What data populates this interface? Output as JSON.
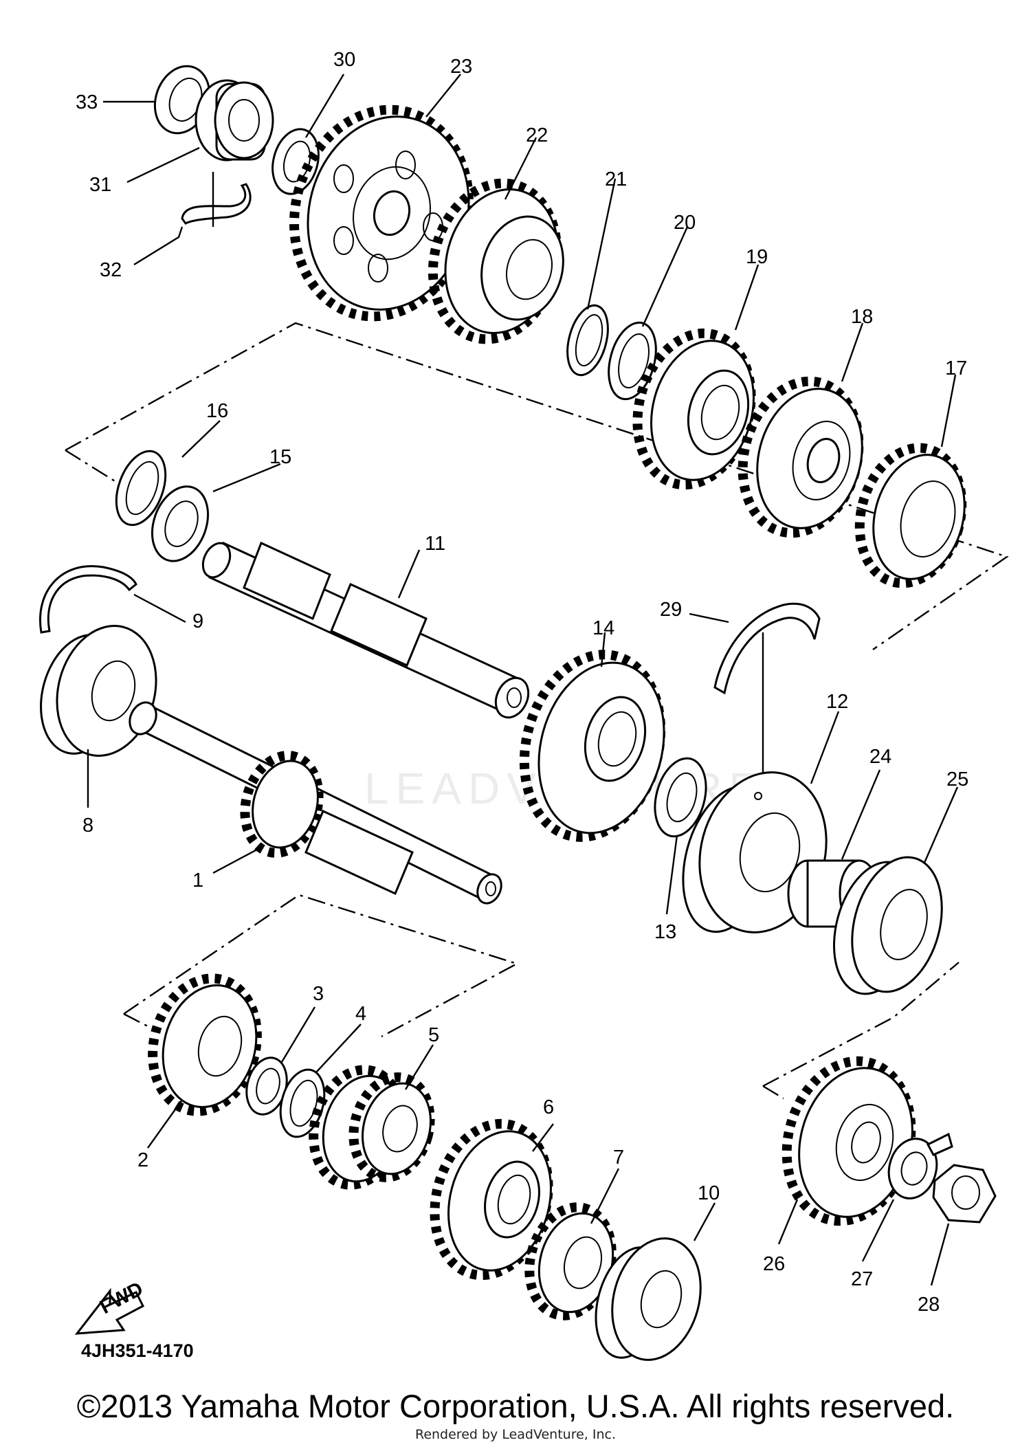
{
  "diagram": {
    "drawing_number": "4JH351-4170",
    "fwd_badge": "FWD",
    "watermark": "LEADVENTURE",
    "copyright": "©2013 Yamaha Motor Corporation, U.S.A. All rights reserved.",
    "rendered_by": "Rendered by LeadVenture, Inc.",
    "part_callouts": [
      "1",
      "2",
      "3",
      "4",
      "5",
      "6",
      "7",
      "8",
      "9",
      "10",
      "11",
      "12",
      "13",
      "14",
      "15",
      "16",
      "17",
      "18",
      "19",
      "20",
      "21",
      "22",
      "23",
      "24",
      "25",
      "26",
      "27",
      "28",
      "29",
      "30",
      "31",
      "32",
      "33"
    ]
  }
}
